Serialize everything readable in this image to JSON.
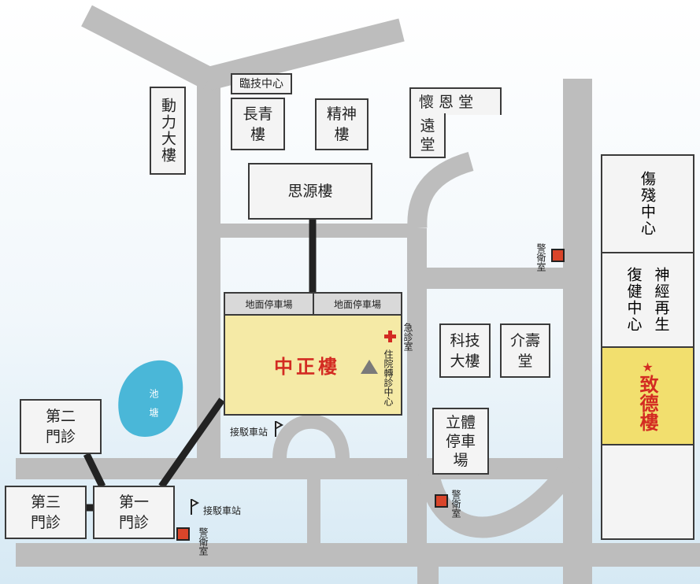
{
  "buildings": {
    "dongli": "動力大樓",
    "linji": "臨技中心",
    "changqing": "長青樓",
    "jingshen": "精神樓",
    "huaien_1": "懷 恩 堂",
    "huaien_2": "遠",
    "huaien_3": "堂",
    "siyuan": "思源樓",
    "keji": "科技大樓",
    "jieshou": "介壽堂",
    "liti": "立體停車場",
    "di2": "第二門診",
    "di3": "第三門診",
    "di1": "第一門診",
    "shangcan": "傷殘中心",
    "shenjing_a": "神經再生",
    "shenjing_b": "復健中心",
    "zhide": "致德樓",
    "zhongzheng": "中正樓"
  },
  "labels": {
    "parking_left": "地面停車場",
    "parking_right": "地面停車場",
    "emergency": "急診室",
    "inpatient": "住院轉診中心",
    "pond": "池塘",
    "shuttle_1": "接駁車站",
    "shuttle_2": "接駁車站",
    "guard_1": "警衛室",
    "guard_2": "警衛室",
    "guard_3": "警衛室"
  },
  "icons": {
    "emergency": "red-cross-icon",
    "inpatient": "triangle-marker-icon",
    "shuttle": "flag-icon",
    "guard": "red-square-icon",
    "zhide": "star-icon"
  },
  "colors": {
    "road": "#bdbdbd",
    "highlight": "#f2df6e",
    "main_building": "#f5eaa6",
    "accent_red": "#d32b22",
    "pond": "#4ab7d8"
  }
}
